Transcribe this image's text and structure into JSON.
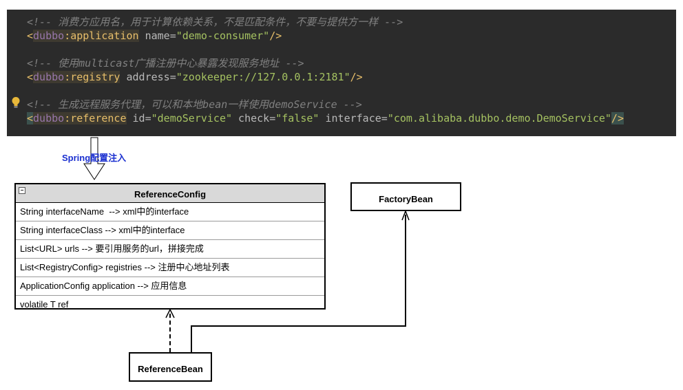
{
  "code": {
    "line1": {
      "comment": "<!-- 消费方应用名，用于计算依赖关系，不是匹配条件，不要与提供方一样 -->",
      "open": "<",
      "ns": "dubbo",
      "colon": ":",
      "tag": "application",
      "attr1_name": " name=",
      "attr1_value": "\"demo-consumer\"",
      "close": "/>"
    },
    "line2": {
      "comment": "<!-- 使用multicast广播注册中心暴露发现服务地址 -->",
      "open": "<",
      "ns": "dubbo",
      "colon": ":",
      "tag": "registry",
      "attr1_name": " address=",
      "attr1_value": "\"zookeeper://127.0.0.1:2181\"",
      "close": "/>"
    },
    "line3": {
      "comment": "<!-- 生成远程服务代理，可以和本地bean一样使用demoService -->",
      "open": "<",
      "ns": "dubbo",
      "colon": ":",
      "tag": "reference",
      "attr1_name": " id=",
      "attr1_value": "\"demoService\"",
      "attr2_name": " check=",
      "attr2_value": "\"false\"",
      "attr3_name": " interface=",
      "attr3_value": "\"com.alibaba.dubbo.demo.DemoService\"",
      "close": "/>"
    }
  },
  "arrow_label": "Spring配置注入",
  "reference_config": {
    "title": "ReferenceConfig",
    "fields": [
      "String interfaceName  --> xml中的interface",
      "String interfaceClass --> xml中的interface",
      "List<URL> urls --> 要引用服务的url，拼接完成",
      "List<RegistryConfig> registries --> 注册中心地址列表",
      "ApplicationConfig application --> 应用信息",
      "volatile T ref"
    ]
  },
  "factory_bean": {
    "title": "FactoryBean"
  },
  "reference_bean": {
    "title": "ReferenceBean"
  },
  "colors": {
    "editor_bg": "#2b2b2b",
    "comment": "#808080",
    "tag": "#e8bf6a",
    "namespace": "#9876aa",
    "attr_value": "#a5c261",
    "label_blue": "#1a2fd0",
    "header_gray": "#d9d9d9"
  }
}
